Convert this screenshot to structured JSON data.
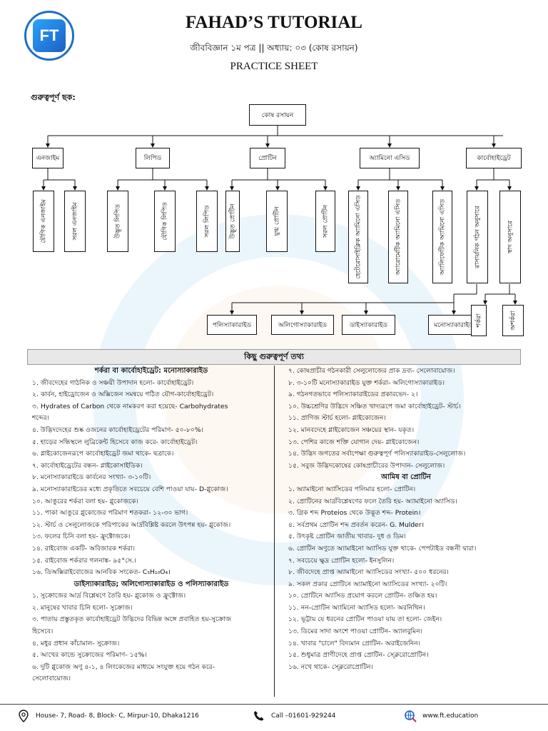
{
  "header": {
    "title": "FAHAD’S TUTORIAL",
    "subtitle": "জীববিজ্ঞান ১ম পত্র || অধ্যায়: ০৩ (কোষ রসায়ন)",
    "sheet_label": "PRACTICE SHEET",
    "logo_text": "FT",
    "section_heading": "গুরুত্বপূর্ণ ছক:"
  },
  "diagram": {
    "root": "কোষ রসায়ন",
    "l1": [
      "এনজাইম",
      "লিপিড",
      "প্রোটিন",
      "অ্যামিনো এসিড",
      "কার্বোহাইড্রেট"
    ],
    "enzyme": [
      "যৌগিক এনজাইম",
      "সরল এনজাইম"
    ],
    "lipid": [
      "উদ্ভূত লিপিড",
      "যৌগিক লিপিড",
      "সরল লিপিড"
    ],
    "protein": [
      "উদ্ভূত প্রোটিন",
      "যুগ্ম প্রোটিন",
      "সরল প্রোটিন"
    ],
    "amino": [
      "হেটেরোসাইক্লিক অ্যামিনো এসিড",
      "অ্যারোমেটিক অ্যামিনো এসিড",
      "অ্যালিফেটিক অ্যামিনো এসিড"
    ],
    "carb": [
      "রাসায়নিক গঠন অনুসারে",
      "স্বাদ অনুসারে"
    ],
    "carb_types": [
      "পলিস্যাকারাইড",
      "অলিগোস্যাকারাইড",
      "ডাইস্যাকারাইড",
      "মনোস্যাকারাইড"
    ],
    "taste": [
      "শর্করা",
      "অশর্করা"
    ]
  },
  "facts": {
    "heading": "কিছু গুরুত্বপূর্ণ তথ্য",
    "left_sec1": "শর্করা বা কার্বোহাইড্রেট: মনোস্যাকারাইড",
    "left1": [
      "১. জীবদেহের গাঠনিক ও সঞ্চয়ী উপাদান হলো- কার্বোহাইড্রেট।",
      "২. কার্বন, হাইড্রোজেন ও অক্সিজেন সমন্বয়ে গঠিত যৌগ-কার্বোহাইড্রেট।",
      "৩. Hydrates of Carbon থেকে নামকরণ করা হয়েছে- Carbohydrates",
      "শব্দের।",
      "৪. উদ্ভিদদেহের শুষ্ক ওজনের কার্বোহাইড্রেটের পরিমাণ- ৫০-৮০%।",
      "৫. হাড়ের সন্ধিস্থলে লুব্রিকেন্ট হিসেবে কাজ করে- কার্বোহাইড্রেট।",
      "৬. গ্লাইকোজেনরূপে কার্বোহাইড্রেট জমা থাকে- ছত্রাকে।",
      "৭. কার্বোহাইড্রেটের বন্ধন- গ্লাইকোসাইডিক।",
      "৮. মনোস্যাকারাইডে কার্বনের সংখ্যা- ৩-১০টি।",
      "৯. মনোস্যাকারাইডের মধ্যে প্রকৃতিতে সবচেয়ে বেশি পাওয়া যায়- D-গ্লুকোজ।",
      "১০. আঙুরের শর্করা বলা হয়- গ্লুকোজকে।",
      "১১. পাকা আঙুরে গ্লুকোজের পরিমাণ শতকরা- ১২-৩০ ভাগ।",
      "১২. স্টার্চ ও সেলুলোজকে পরিপাকের আর্দ্রবিশ্লিষ্ট করলে উৎপন্ন হয়- গ্লুকোজ।",
      "১৩. ফলের চিনি বলা হয়- ফ্রুক্টোজকে।",
      "১৪. রাইবোজ একটি- অবিজারক শর্করা।",
      "১৫. রাইবোজ শর্করার গলনাঙ্ক- ৯৫°সে.।",
      "১৬. ডিঅক্সিরাইবোজের আনবিক সংকেত- C₅H₁₀O₄।"
    ],
    "left_sec2": "ডাইস্যাকারাইড; অলিগোস্যাকারাইড ও পলিস্যাকারাইড",
    "left2": [
      "১. সুক্রোজের আর্দ্র বিশ্লেষণে তৈরি হয়- গ্লুকোজ ও ফ্রুক্টোজ।",
      "২. মানুষের খাবার চিনি হলো- সুক্রোজ।",
      "৩. পাতায় প্রস্তুতকৃত কার্বোহাইড্রেট উদ্ভিদের বিভিন্ন অঙ্গে প্রবাহিত হয়-সুক্রোজ",
      "হিসেবে।",
      "৪. মধুর প্রধান কাঁচামাল- সুক্রোজ।",
      "৫. আখের কান্ডে সুক্রোজের পরিমাণ- ১৫%।",
      "৬. দুটি গ্লুকোজ অণু ৪-১, ৪ লিংকেজের মাধ্যমে সংযুক্ত হয়ে গঠন করে-",
      "সেলোবায়োজ।"
    ],
    "right1": [
      "৭. কোষপ্রাচীর গঠনকারী সেলুলোজের প্রাক দ্রব্য- সেলোবায়োজ।",
      "৮. ৩-১০টি মনোস্যাকারাইড যুক্ত শর্করা- অলিগোস্যাকারাইড।",
      "৯. গঠনগতভাবে পলিস্যাকারাইডের প্রকারভেদ- ২।",
      "১০. উচ্চশ্রেণির উদ্ভিদে সঞ্চিত খাদ্যরূপে জমা কার্বোহাইড্রেট- স্টার্চ।",
      "১১. প্রাণিজ স্টার্চ হলো- গ্লাইকোজেন।",
      "১২. মানবদেহে গ্লাইকোজেন সঞ্চয়ের স্থান- যকৃত।",
      "১৩. পেশির কাজে শক্তি যোগান দেয়- গ্লাইকোজেন।",
      "১৪. উদ্ভিদ জগতের সর্বাপেক্ষা গুরুত্বপূর্ণ পলিস্যাকারাইড-সেলুলোজ।",
      "১৫. সবুজ উদ্ভিদকোষের কোষপ্রাচীরের উপাদান- সেলুলোজ।"
    ],
    "right_sec": "আমিষ বা প্রোটিন",
    "right2": [
      "১. অ্যামাইনো অ্যাসিডের পলিমার হলো- প্রোটিন।",
      "২. প্রোটিনের আর্দ্রবিশ্লেষণের ফলে তৈরি হয়- অ্যামাইনো অ্যাসিড।",
      "৩. গ্রিক শব্দ Proteios থেকে উদ্ভূত শব্দ- Protein।",
      "৪. সর্বপ্রথম প্রোটিন শব্দ প্রবর্তন করেন- G. Mulder।",
      "৫. উৎকৃষ্ট প্রোটিন জাতীয় খাবার- দুধ ও ডিম।",
      "৬. প্রোটিন অণুতে অ্যামাইনো অ্যাসিড যুক্ত থাকে- পেপটাইড বন্ধনী দ্বারা।",
      "৭. সবচেয়ে ক্ষুদ্র প্রোটিন হলো- ইনসুলিন।",
      "৮. জীবদেহে প্রাপ্ত অ্যামাইনো অ্যাসিডের সংখ্যা- ৫০০ ধরনের।",
      "৯. সকল প্রকার প্রোটিনে অ্যামাইনো অ্যাসিডের সংখ্যা- ২০টি।",
      "১০. প্রোটিনে অ্যাসিড প্রয়োগ করলে প্রোটিন- তঞ্চিত হয়।",
      "১১. নন-প্রোটিন অ্যামিনো অ্যাসিড হলো- অরনিথিন।",
      "১২. ভূট্টায় যে ধরনের প্রোটিন পাওয়া যায় তা হলো- জেইন।",
      "১৩. ডিমের সাদা অংশে পাওয়া প্রোটিন- অ্যালবুমিন।",
      "১৪. খাবার \"চালে\" বিদ্যমান প্রোটিন- অরাইজেনিন।",
      "১৫. শুধুমাত্র প্রাণীদেহে প্রাপ্ত প্রোটিন- স্ক্লেরোপ্রোটিন।",
      "১৬. নখে থাকে- স্ক্লেরোপ্রোটিন।"
    ]
  },
  "footer": {
    "address": "House- 7, Road- 8, Block- C, Mirpur-10, Dhaka1216",
    "phone": "Call –01601-929244",
    "website": "www.ft.education"
  }
}
